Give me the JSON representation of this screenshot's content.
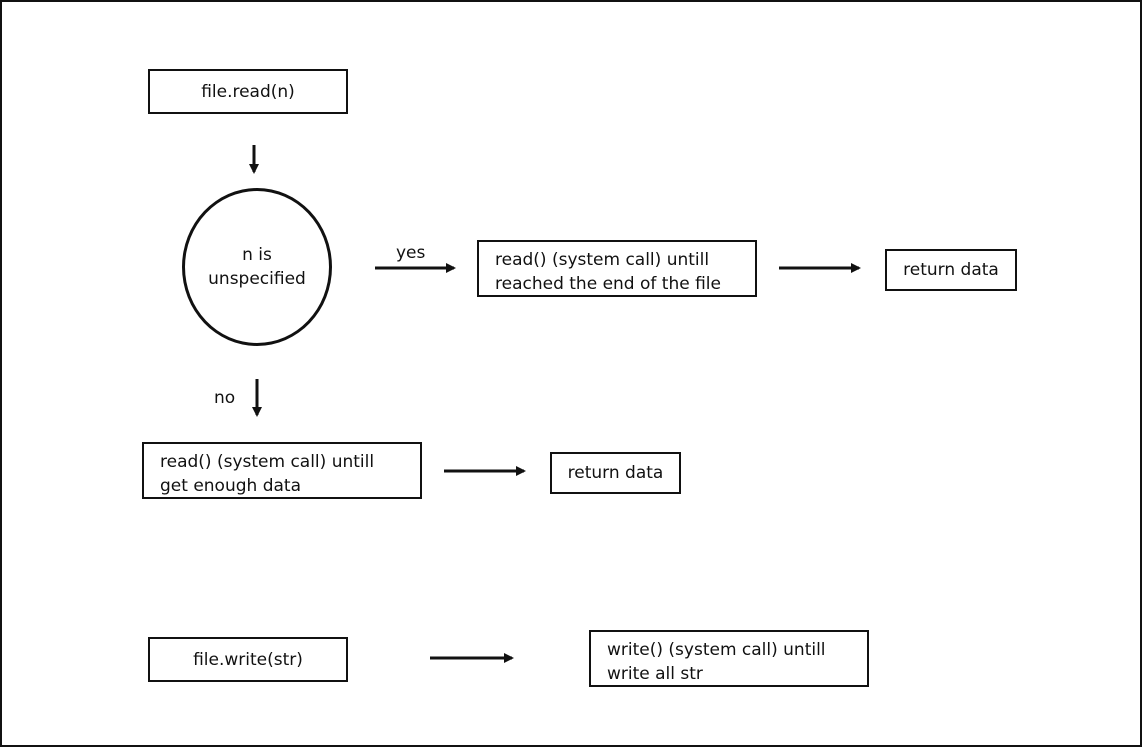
{
  "diagram": {
    "start": {
      "label": "file.read(n)"
    },
    "decision": {
      "line1": "n is",
      "line2": "unspecified"
    },
    "yes_label": "yes",
    "no_label": "no",
    "read_until_eof": {
      "line1": "read() (system call) untill",
      "line2": "reached the end of the file"
    },
    "return_data_top": {
      "label": "return data"
    },
    "read_until_enough": {
      "line1": "read() (system call) untill",
      "line2": "get enough data"
    },
    "return_data_bottom": {
      "label": "return data"
    },
    "write_start": {
      "label": "file.write(str)"
    },
    "write_process": {
      "line1": "write() (system call) untill",
      "line2": "write all str"
    }
  }
}
